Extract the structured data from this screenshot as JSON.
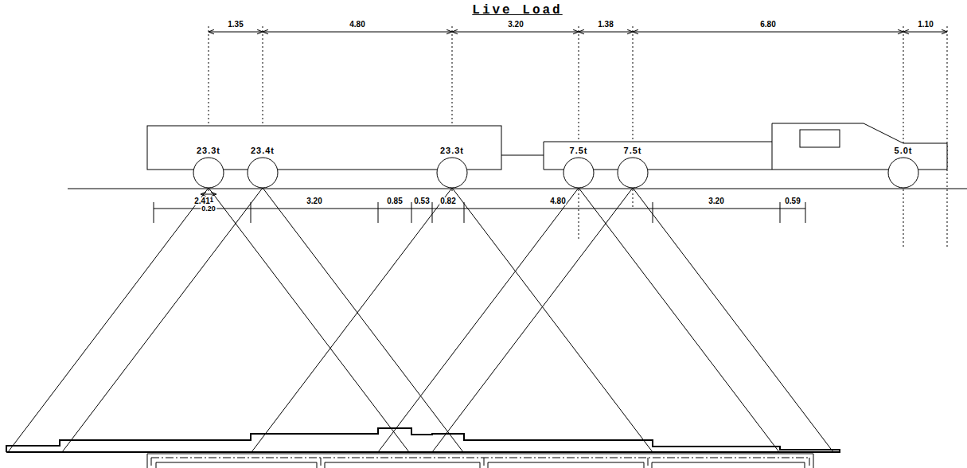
{
  "diagram": {
    "title": "Live Load",
    "labels": [
      "1.35",
      "4.80",
      "3.20",
      "1.38",
      "6.80",
      "1.10",
      "23.3t",
      "23.4t",
      "23.3t",
      "7.5t",
      "7.5t",
      "5.0t",
      "1.1",
      "0.20",
      "2.41",
      "3.20",
      "0.85",
      "0.53",
      "0.82",
      "4.80",
      "3.20",
      "0.59"
    ]
  }
}
